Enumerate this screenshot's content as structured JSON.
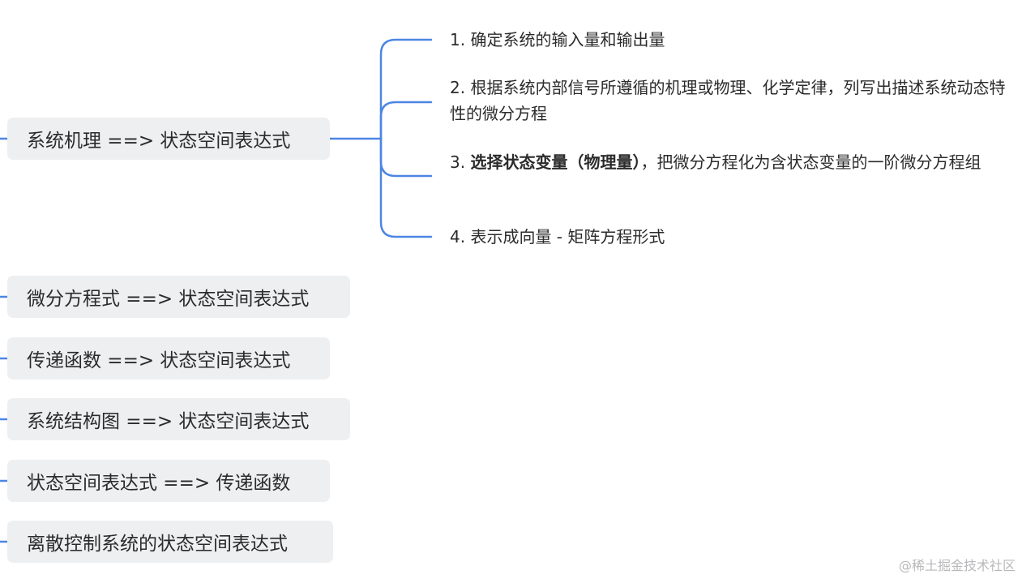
{
  "accent_color": "#4d86e3",
  "nodes": [
    {
      "label": "系统机理 ==> 状态空间表达式",
      "children": [
        {
          "num": "1.",
          "text_bold": "",
          "text": "确定系统的输入量和输出量"
        },
        {
          "num": "2.",
          "text_bold": "",
          "text": "根据系统内部信号所遵循的机理或物理、化学定律，列写出描述系统动态特性的微分方程"
        },
        {
          "num": "3.",
          "text_bold": "选择状态变量（物理量）",
          "text": "，把微分方程化为含状态变量的一阶微分方程组"
        },
        {
          "num": "4.",
          "text_bold": "",
          "text": "表示成向量 - 矩阵方程形式"
        }
      ]
    },
    {
      "label": "微分方程式 ==> 状态空间表达式"
    },
    {
      "label": "传递函数 ==> 状态空间表达式"
    },
    {
      "label": "系统结构图 ==> 状态空间表达式"
    },
    {
      "label": "状态空间表达式 ==> 传递函数"
    },
    {
      "label": "离散控制系统的状态空间表达式"
    }
  ],
  "watermark": "@稀土掘金技术社区"
}
